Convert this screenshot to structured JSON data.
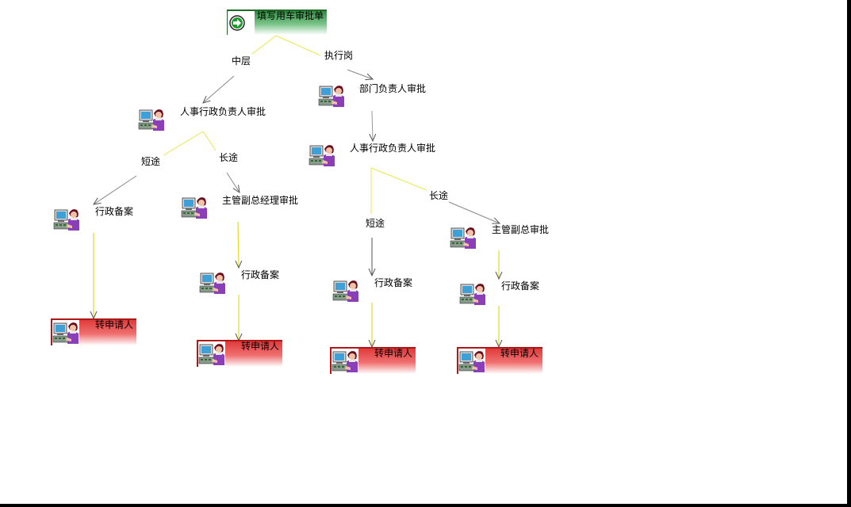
{
  "workflow": {
    "start": {
      "label": "填写用车审批单",
      "icon": "arrow-right-circle-icon"
    },
    "edges": {
      "middle_manager": "中层",
      "executive": "执行岗",
      "short_trip_left": "短途",
      "long_trip_left": "长途",
      "long_trip_right": "长途",
      "short_trip_right": "短途"
    },
    "nodes": {
      "hr_admin_head_left": "人事行政负责人审批",
      "dept_head": "部门负责人审批",
      "hr_admin_head_right": "人事行政负责人审批",
      "admin_filing_1": "行政备案",
      "vp_approval_left": "主管副总经理审批",
      "admin_filing_2": "行政备案",
      "admin_filing_3": "行政备案",
      "vp_approval_right": "主管副总审批",
      "admin_filing_4": "行政备案"
    },
    "ends": {
      "end_1": "转申请人",
      "end_2": "转申请人",
      "end_3": "转申请人",
      "end_4": "转申请人"
    }
  },
  "colors": {
    "start_fill": "#2e8f3e",
    "end_fill": "#e03b3b",
    "connector_yellow": "#e8e84a",
    "connector_gray": "#7a7a7a",
    "frame": "#000000"
  }
}
